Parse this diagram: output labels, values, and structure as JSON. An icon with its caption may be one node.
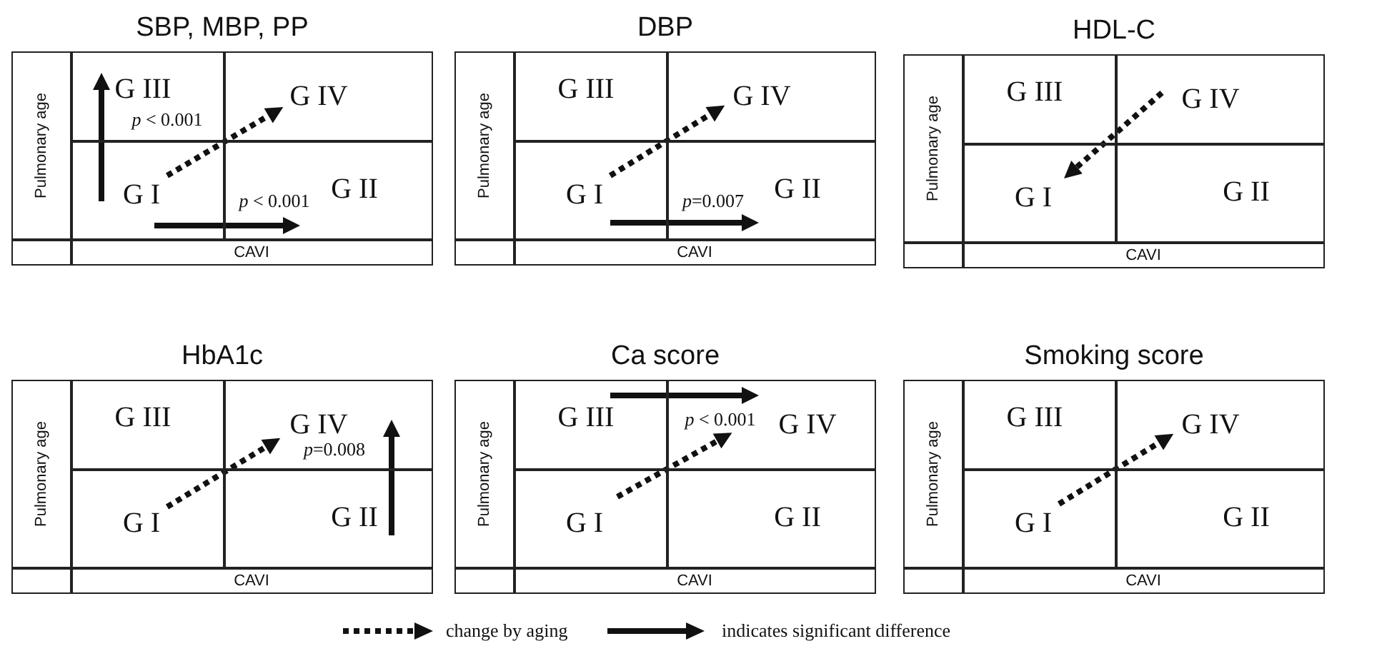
{
  "diagram": {
    "nodes": [
      {
        "text": [
          "SBP, MBP, PP"
        ]
      },
      {
        "text": [
          "Pulmonary age"
        ],
        "in": 0
      },
      {
        "text": [
          "G III"
        ],
        "in": 0
      },
      {
        "text": [
          "G IV"
        ],
        "in": 0
      },
      {
        "text": [
          "G I"
        ],
        "in": 0
      },
      {
        "text": [
          "G II"
        ],
        "in": 0
      },
      {
        "text": [
          "CAVI"
        ],
        "in": 0
      },
      {
        "text": [
          "DBP"
        ]
      },
      {
        "text": [
          "Pulmonary age"
        ],
        "in": 7
      },
      {
        "text": [
          "G III"
        ],
        "in": 7
      },
      {
        "text": [
          "G IV"
        ],
        "in": 7
      },
      {
        "text": [
          "G I"
        ],
        "in": 7
      },
      {
        "text": [
          "G II"
        ],
        "in": 7
      },
      {
        "text": [
          "CAVI"
        ],
        "in": 7
      },
      {
        "text": [
          "HDL-C"
        ]
      },
      {
        "text": [
          "Pulmonary age"
        ],
        "in": 14
      },
      {
        "text": [
          "G III"
        ],
        "in": 14
      },
      {
        "text": [
          "G IV"
        ],
        "in": 14
      },
      {
        "text": [
          "G I"
        ],
        "in": 14
      },
      {
        "text": [
          "G II"
        ],
        "in": 14
      },
      {
        "text": [
          "CAVI"
        ],
        "in": 14
      },
      {
        "text": [
          "HbA1c"
        ]
      },
      {
        "text": [
          "Pulmonary age"
        ],
        "in": 21
      },
      {
        "text": [
          "G III"
        ],
        "in": 21
      },
      {
        "text": [
          "G IV"
        ],
        "in": 21
      },
      {
        "text": [
          "G I"
        ],
        "in": 21
      },
      {
        "text": [
          "G II"
        ],
        "in": 21
      },
      {
        "text": [
          "CAVI"
        ],
        "in": 21
      },
      {
        "text": [
          "Ca score"
        ]
      },
      {
        "text": [
          "Pulmonary age"
        ],
        "in": 28
      },
      {
        "text": [
          "G III"
        ],
        "in": 28
      },
      {
        "text": [
          "G IV"
        ],
        "in": 28
      },
      {
        "text": [
          "G I"
        ],
        "in": 28
      },
      {
        "text": [
          "G II"
        ],
        "in": 28
      },
      {
        "text": [
          "CAVI"
        ],
        "in": 28
      },
      {
        "text": [
          "Smoking score"
        ]
      },
      {
        "text": [
          "Pulmonary age"
        ],
        "in": 35
      },
      {
        "text": [
          "G III"
        ],
        "in": 35
      },
      {
        "text": [
          "G IV"
        ],
        "in": 35
      },
      {
        "text": [
          "G I"
        ],
        "in": 35
      },
      {
        "text": [
          "G II"
        ],
        "in": 35
      },
      {
        "text": [
          "CAVI"
        ],
        "in": 35
      }
    ],
    "edges": [
      {
        "from": 4,
        "to": 2,
        "arrow": "to",
        "label": "*p* < 0.001"
      },
      {
        "from": 4,
        "to": 3,
        "arrow": "to",
        "style": "dashed"
      },
      {
        "from": 4,
        "to": 5,
        "arrow": "to",
        "label": "*p* < 0.001"
      },
      {
        "from": 11,
        "to": 10,
        "arrow": "to",
        "style": "dashed"
      },
      {
        "from": 11,
        "to": 12,
        "arrow": "to",
        "label": "*p*=0.007"
      },
      {
        "from": 17,
        "to": 18,
        "arrow": "to",
        "style": "dashed"
      },
      {
        "from": 25,
        "to": 24,
        "arrow": "to",
        "style": "dashed"
      },
      {
        "from": 26,
        "to": 24,
        "arrow": "to",
        "label": "*p*=0.008"
      },
      {
        "from": 30,
        "to": 31,
        "arrow": "to",
        "label": "*p* < 0.001"
      },
      {
        "from": 32,
        "to": 31,
        "arrow": "to",
        "style": "dashed"
      },
      {
        "from": 39,
        "to": 38,
        "arrow": "to",
        "style": "dashed"
      }
    ],
    "legend": [
      {
        "text": "change by aging"
      },
      {
        "text": "indicates significant difference"
      }
    ]
  }
}
